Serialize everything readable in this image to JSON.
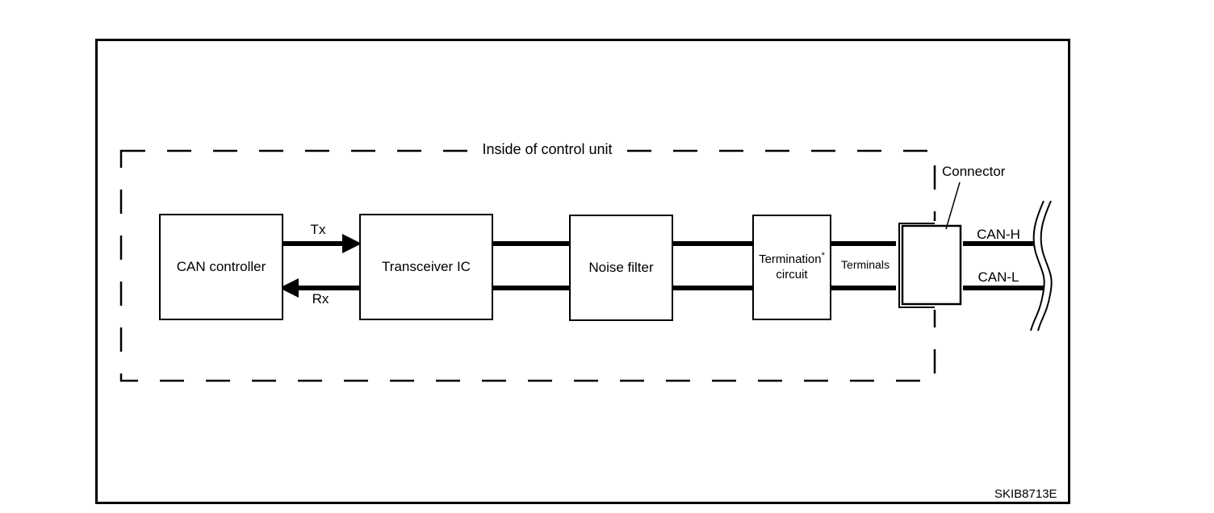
{
  "diagram": {
    "inside_label": "Inside of control unit",
    "figure_code": "SKIB8713E",
    "boxes": {
      "can_controller": {
        "label": "CAN controller"
      },
      "transceiver": {
        "label": "Transceiver IC"
      },
      "noise_filter": {
        "label": "Noise filter"
      },
      "termination": {
        "line1": "Termination",
        "sup": "*",
        "line2": "circuit"
      }
    },
    "signals": {
      "tx": "Tx",
      "rx": "Rx"
    },
    "labels": {
      "terminals": "Terminals",
      "connector": "Connector",
      "can_h": "CAN-H",
      "can_l": "CAN-L"
    },
    "colors": {
      "ink": "#000000",
      "background": "#ffffff"
    }
  }
}
